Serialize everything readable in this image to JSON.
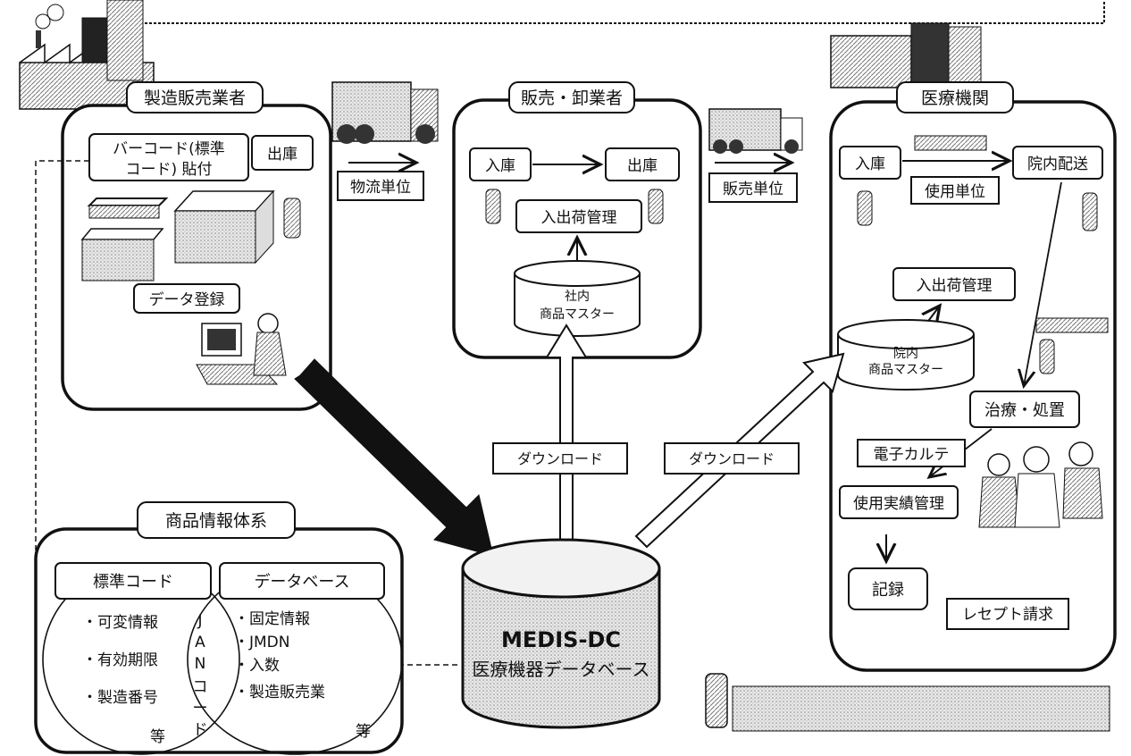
{
  "manufacturer": {
    "title": "製造販売業者",
    "barcode_line1": "バーコード(標準",
    "barcode_line2": "コード) 貼付",
    "shipping": "出庫",
    "data_registration": "データ登録"
  },
  "logistics_unit": "物流単位",
  "wholesaler": {
    "title": "販売・卸業者",
    "receiving": "入庫",
    "shipping": "出庫",
    "inout_management": "入出荷管理",
    "master_line1": "社内",
    "master_line2": "商品マスター"
  },
  "sales_unit": "販売単位",
  "hospital": {
    "title": "医療機関",
    "receiving": "入庫",
    "internal_delivery": "院内配送",
    "usage_unit": "使用単位",
    "inout_management": "入出荷管理",
    "master_line1": "院内",
    "master_line2": "商品マスター",
    "treatment": "治療・処置",
    "ehr": "電子カルテ",
    "usage_management": "使用実績管理",
    "record": "記録",
    "receipt_claim": "レセプト請求"
  },
  "download_left": "ダウンロード",
  "download_right": "ダウンロード",
  "database": {
    "name": "MEDIS-DC",
    "subtitle": "医療機器データベース"
  },
  "product_info": {
    "title": "商品情報体系",
    "standard_code": "標準コード",
    "database_label": "データベース",
    "variable_items": [
      "・可変情報",
      "・有効期限",
      "・製造番号",
      "等"
    ],
    "fixed_items": [
      "・固定情報",
      "・JMDN",
      "・入数",
      "・製造販売業",
      "等"
    ],
    "jan_chars": [
      "J",
      "A",
      "N",
      "コ",
      "ー",
      "ド"
    ]
  }
}
